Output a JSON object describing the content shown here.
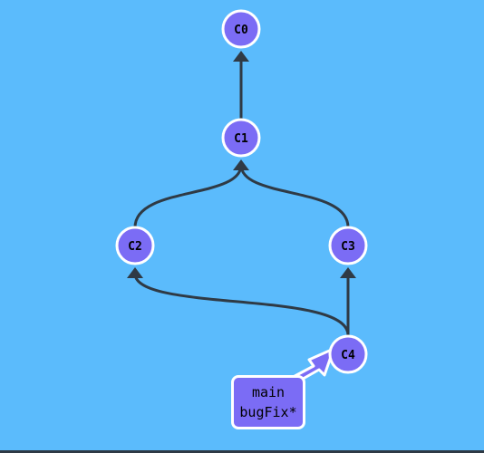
{
  "colors": {
    "background": "#5bbbfc",
    "commit_fill": "#7b6cf5",
    "commit_stroke": "#ffffff",
    "edge": "#2f3a45",
    "branch_fill": "#7b6cf5",
    "branch_border": "#ffffff"
  },
  "commits": [
    {
      "id": "C0",
      "label": "C0"
    },
    {
      "id": "C1",
      "label": "C1"
    },
    {
      "id": "C2",
      "label": "C2"
    },
    {
      "id": "C3",
      "label": "C3"
    },
    {
      "id": "C4",
      "label": "C4"
    }
  ],
  "edges": [
    {
      "from": "C1",
      "to": "C0"
    },
    {
      "from": "C2",
      "to": "C1"
    },
    {
      "from": "C3",
      "to": "C1"
    },
    {
      "from": "C4",
      "to": "C2"
    },
    {
      "from": "C4",
      "to": "C3"
    }
  ],
  "branch_label": {
    "names": [
      "main",
      "bugFix*"
    ],
    "points_to": "C4"
  }
}
